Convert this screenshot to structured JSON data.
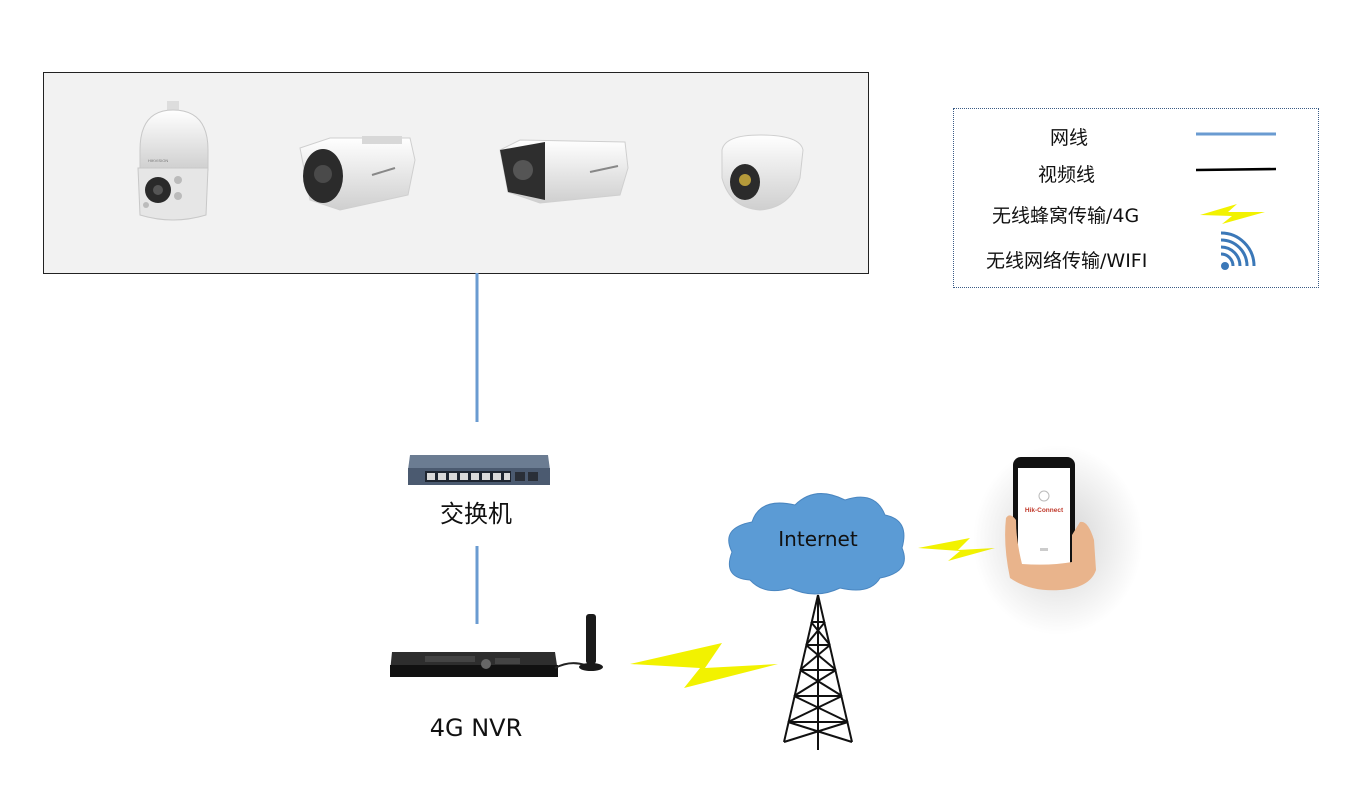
{
  "legend": {
    "items": [
      {
        "label": "网线",
        "color": "#6a9bd1"
      },
      {
        "label": "视频线",
        "color": "#000000"
      },
      {
        "label": "无线蜂窝传输/4G",
        "color": "#f2f200"
      },
      {
        "label": "无线网络传输/WIFI",
        "color": "#3b78b8"
      }
    ]
  },
  "nodes": {
    "switch_label": "交换机",
    "nvr_label": "4G NVR",
    "internet_label": "Internet",
    "phone_app_label": "Hik-Connect",
    "camera_brand": "HIKVISION"
  },
  "colors": {
    "cable_blue": "#6a9bd1",
    "lightning_yellow": "#f2f200",
    "cloud_blue": "#5b9bd5"
  }
}
